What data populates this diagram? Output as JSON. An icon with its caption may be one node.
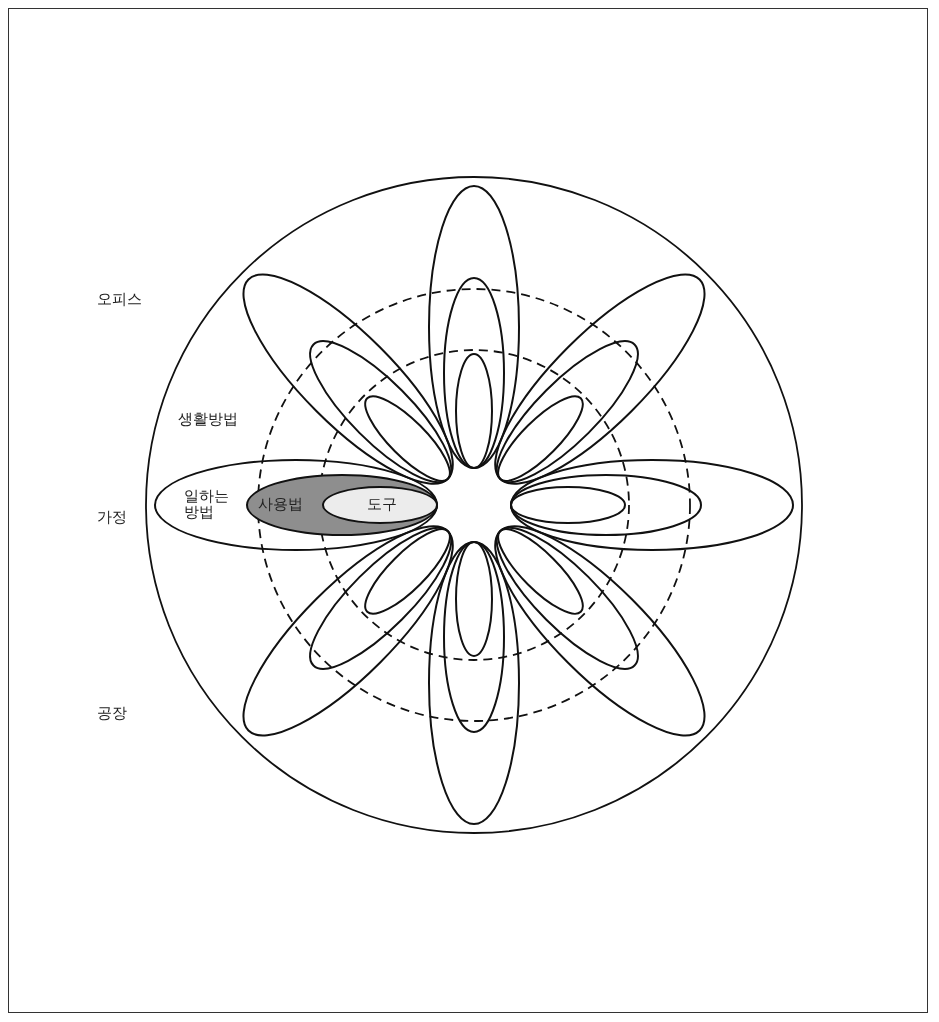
{
  "diagram": {
    "nodes": [
      {
        "text": [
          "일하는 방법"
        ]
      },
      {
        "text": [
          "사용법"
        ],
        "in": 0
      },
      {
        "text": [
          "도구"
        ],
        "in": 1
      },
      {
        "text": [],
        "shape": "ellipse"
      },
      {
        "text": [],
        "shape": "ellipse",
        "in": 3
      },
      {
        "text": [],
        "shape": "ellipse",
        "in": 4
      },
      {
        "text": [],
        "shape": "ellipse"
      },
      {
        "text": [],
        "shape": "ellipse",
        "in": 6
      },
      {
        "text": [],
        "shape": "ellipse",
        "in": 7
      },
      {
        "text": [],
        "shape": "ellipse"
      },
      {
        "text": [],
        "shape": "ellipse",
        "in": 9
      },
      {
        "text": [],
        "shape": "ellipse",
        "in": 10
      },
      {
        "text": [],
        "shape": "ellipse"
      },
      {
        "text": [],
        "shape": "ellipse",
        "in": 12
      },
      {
        "text": [],
        "shape": "ellipse",
        "in": 13
      },
      {
        "text": [],
        "shape": "ellipse"
      },
      {
        "text": [],
        "shape": "ellipse",
        "in": 15
      },
      {
        "text": [],
        "shape": "ellipse",
        "in": 16
      },
      {
        "text": [],
        "shape": "ellipse"
      },
      {
        "text": [],
        "shape": "ellipse",
        "in": 18
      },
      {
        "text": [],
        "shape": "ellipse",
        "in": 19
      },
      {
        "text": [],
        "shape": "ellipse"
      },
      {
        "text": [],
        "shape": "ellipse",
        "in": 21
      },
      {
        "text": [],
        "shape": "ellipse",
        "in": 22
      }
    ],
    "labels": [
      "오피스",
      "생활방법",
      "가정",
      "공장"
    ]
  }
}
